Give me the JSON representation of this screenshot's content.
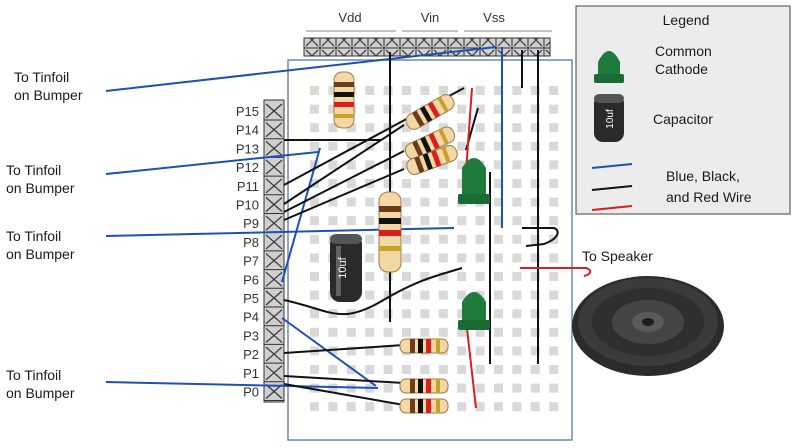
{
  "header": {
    "vdd": "Vdd",
    "vin": "Vin",
    "vss": "Vss"
  },
  "pins": [
    "P15",
    "P14",
    "P13",
    "P12",
    "P11",
    "P10",
    "P9",
    "P8",
    "P7",
    "P6",
    "P5",
    "P4",
    "P3",
    "P2",
    "P1",
    "P0"
  ],
  "left_labels": [
    {
      "line1": "To Tinfoil",
      "line2": "on Bumper"
    },
    {
      "line1": "To Tinfoil",
      "line2": "on Bumper"
    },
    {
      "line1": "To Tinfoil",
      "line2": "on Bumper"
    },
    {
      "line1": "To Tinfoil",
      "line2": "on Bumper"
    }
  ],
  "speaker_label": "To Speaker",
  "capacitor_text": "10uf",
  "legend": {
    "title": "Legend",
    "common_cathode_line1": "Common",
    "common_cathode_line2": "Cathode",
    "capacitor": "Capacitor",
    "capacitor_text": "10uf",
    "wires_line1": "Blue, Black,",
    "wires_line2": "and Red Wire"
  },
  "colors": {
    "wire_blue": "#1f4fb8",
    "wire_black": "#111111",
    "wire_red": "#d81e1e",
    "led_green": "#1f7a3e",
    "board_border": "#6a8ab0",
    "socket": "#d9d9d9"
  }
}
